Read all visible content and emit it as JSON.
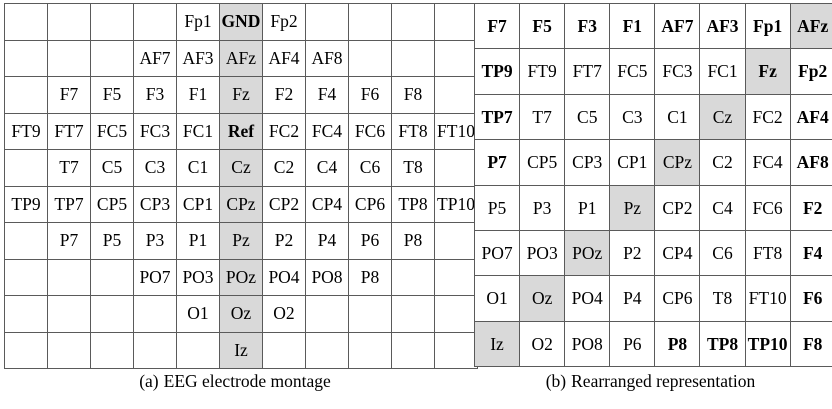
{
  "figure": {
    "panels": [
      {
        "id": "a",
        "tag": "(a)",
        "caption": "EEG electrode montage",
        "rows": 10,
        "cols": 11
      },
      {
        "id": "b",
        "tag": "(b)",
        "caption": "Rearranged representation",
        "rows": 8,
        "cols": 8
      }
    ],
    "colors": {
      "shaded_cell": "#d9d9d9",
      "cell_background": "#ffffff",
      "grid_line": "#5a5a5a",
      "outer_border": "#1a1a1a",
      "text": "#000000"
    }
  },
  "table_a": {
    "name": "EEG electrode montage",
    "grid": [
      [
        {
          "t": "",
          "s": false,
          "b": false
        },
        {
          "t": "",
          "s": false,
          "b": false
        },
        {
          "t": "",
          "s": false,
          "b": false
        },
        {
          "t": "",
          "s": false,
          "b": false
        },
        {
          "t": "Fp1",
          "s": false,
          "b": false
        },
        {
          "t": "GND",
          "s": true,
          "b": true
        },
        {
          "t": "Fp2",
          "s": false,
          "b": false
        },
        {
          "t": "",
          "s": false,
          "b": false
        },
        {
          "t": "",
          "s": false,
          "b": false
        },
        {
          "t": "",
          "s": false,
          "b": false
        },
        {
          "t": "",
          "s": false,
          "b": false
        }
      ],
      [
        {
          "t": "",
          "s": false,
          "b": false
        },
        {
          "t": "",
          "s": false,
          "b": false
        },
        {
          "t": "",
          "s": false,
          "b": false
        },
        {
          "t": "AF7",
          "s": false,
          "b": false
        },
        {
          "t": "AF3",
          "s": false,
          "b": false
        },
        {
          "t": "AFz",
          "s": true,
          "b": false
        },
        {
          "t": "AF4",
          "s": false,
          "b": false
        },
        {
          "t": "AF8",
          "s": false,
          "b": false
        },
        {
          "t": "",
          "s": false,
          "b": false
        },
        {
          "t": "",
          "s": false,
          "b": false
        },
        {
          "t": "",
          "s": false,
          "b": false
        }
      ],
      [
        {
          "t": "",
          "s": false,
          "b": false
        },
        {
          "t": "F7",
          "s": false,
          "b": false
        },
        {
          "t": "F5",
          "s": false,
          "b": false
        },
        {
          "t": "F3",
          "s": false,
          "b": false
        },
        {
          "t": "F1",
          "s": false,
          "b": false
        },
        {
          "t": "Fz",
          "s": true,
          "b": false
        },
        {
          "t": "F2",
          "s": false,
          "b": false
        },
        {
          "t": "F4",
          "s": false,
          "b": false
        },
        {
          "t": "F6",
          "s": false,
          "b": false
        },
        {
          "t": "F8",
          "s": false,
          "b": false
        },
        {
          "t": "",
          "s": false,
          "b": false
        }
      ],
      [
        {
          "t": "FT9",
          "s": false,
          "b": false
        },
        {
          "t": "FT7",
          "s": false,
          "b": false
        },
        {
          "t": "FC5",
          "s": false,
          "b": false
        },
        {
          "t": "FC3",
          "s": false,
          "b": false
        },
        {
          "t": "FC1",
          "s": false,
          "b": false
        },
        {
          "t": "Ref",
          "s": true,
          "b": true
        },
        {
          "t": "FC2",
          "s": false,
          "b": false
        },
        {
          "t": "FC4",
          "s": false,
          "b": false
        },
        {
          "t": "FC6",
          "s": false,
          "b": false
        },
        {
          "t": "FT8",
          "s": false,
          "b": false
        },
        {
          "t": "FT10",
          "s": false,
          "b": false
        }
      ],
      [
        {
          "t": "",
          "s": false,
          "b": false
        },
        {
          "t": "T7",
          "s": false,
          "b": false
        },
        {
          "t": "C5",
          "s": false,
          "b": false
        },
        {
          "t": "C3",
          "s": false,
          "b": false
        },
        {
          "t": "C1",
          "s": false,
          "b": false
        },
        {
          "t": "Cz",
          "s": true,
          "b": false
        },
        {
          "t": "C2",
          "s": false,
          "b": false
        },
        {
          "t": "C4",
          "s": false,
          "b": false
        },
        {
          "t": "C6",
          "s": false,
          "b": false
        },
        {
          "t": "T8",
          "s": false,
          "b": false
        },
        {
          "t": "",
          "s": false,
          "b": false
        }
      ],
      [
        {
          "t": "TP9",
          "s": false,
          "b": false
        },
        {
          "t": "TP7",
          "s": false,
          "b": false
        },
        {
          "t": "CP5",
          "s": false,
          "b": false
        },
        {
          "t": "CP3",
          "s": false,
          "b": false
        },
        {
          "t": "CP1",
          "s": false,
          "b": false
        },
        {
          "t": "CPz",
          "s": true,
          "b": false
        },
        {
          "t": "CP2",
          "s": false,
          "b": false
        },
        {
          "t": "CP4",
          "s": false,
          "b": false
        },
        {
          "t": "CP6",
          "s": false,
          "b": false
        },
        {
          "t": "TP8",
          "s": false,
          "b": false
        },
        {
          "t": "TP10",
          "s": false,
          "b": false
        }
      ],
      [
        {
          "t": "",
          "s": false,
          "b": false
        },
        {
          "t": "P7",
          "s": false,
          "b": false
        },
        {
          "t": "P5",
          "s": false,
          "b": false
        },
        {
          "t": "P3",
          "s": false,
          "b": false
        },
        {
          "t": "P1",
          "s": false,
          "b": false
        },
        {
          "t": "Pz",
          "s": true,
          "b": false
        },
        {
          "t": "P2",
          "s": false,
          "b": false
        },
        {
          "t": "P4",
          "s": false,
          "b": false
        },
        {
          "t": "P6",
          "s": false,
          "b": false
        },
        {
          "t": "P8",
          "s": false,
          "b": false
        },
        {
          "t": "",
          "s": false,
          "b": false
        }
      ],
      [
        {
          "t": "",
          "s": false,
          "b": false
        },
        {
          "t": "",
          "s": false,
          "b": false
        },
        {
          "t": "",
          "s": false,
          "b": false
        },
        {
          "t": "PO7",
          "s": false,
          "b": false
        },
        {
          "t": "PO3",
          "s": false,
          "b": false
        },
        {
          "t": "POz",
          "s": true,
          "b": false
        },
        {
          "t": "PO4",
          "s": false,
          "b": false
        },
        {
          "t": "PO8",
          "s": false,
          "b": false
        },
        {
          "t": "P8",
          "s": false,
          "b": false
        },
        {
          "t": "",
          "s": false,
          "b": false
        },
        {
          "t": "",
          "s": false,
          "b": false
        }
      ],
      [
        {
          "t": "",
          "s": false,
          "b": false
        },
        {
          "t": "",
          "s": false,
          "b": false
        },
        {
          "t": "",
          "s": false,
          "b": false
        },
        {
          "t": "",
          "s": false,
          "b": false
        },
        {
          "t": "O1",
          "s": false,
          "b": false
        },
        {
          "t": "Oz",
          "s": true,
          "b": false
        },
        {
          "t": "O2",
          "s": false,
          "b": false
        },
        {
          "t": "",
          "s": false,
          "b": false
        },
        {
          "t": "",
          "s": false,
          "b": false
        },
        {
          "t": "",
          "s": false,
          "b": false
        },
        {
          "t": "",
          "s": false,
          "b": false
        }
      ],
      [
        {
          "t": "",
          "s": false,
          "b": false
        },
        {
          "t": "",
          "s": false,
          "b": false
        },
        {
          "t": "",
          "s": false,
          "b": false
        },
        {
          "t": "",
          "s": false,
          "b": false
        },
        {
          "t": "",
          "s": false,
          "b": false
        },
        {
          "t": "Iz",
          "s": true,
          "b": false
        },
        {
          "t": "",
          "s": false,
          "b": false
        },
        {
          "t": "",
          "s": false,
          "b": false
        },
        {
          "t": "",
          "s": false,
          "b": false
        },
        {
          "t": "",
          "s": false,
          "b": false
        },
        {
          "t": "",
          "s": false,
          "b": false
        }
      ]
    ]
  },
  "table_b": {
    "name": "Rearranged representation",
    "grid": [
      [
        {
          "t": "F7",
          "s": false,
          "b": true
        },
        {
          "t": "F5",
          "s": false,
          "b": true
        },
        {
          "t": "F3",
          "s": false,
          "b": true
        },
        {
          "t": "F1",
          "s": false,
          "b": true
        },
        {
          "t": "AF7",
          "s": false,
          "b": true
        },
        {
          "t": "AF3",
          "s": false,
          "b": true
        },
        {
          "t": "Fp1",
          "s": false,
          "b": true
        },
        {
          "t": "AFz",
          "s": true,
          "b": true
        }
      ],
      [
        {
          "t": "TP9",
          "s": false,
          "b": true
        },
        {
          "t": "FT9",
          "s": false,
          "b": false
        },
        {
          "t": "FT7",
          "s": false,
          "b": false
        },
        {
          "t": "FC5",
          "s": false,
          "b": false
        },
        {
          "t": "FC3",
          "s": false,
          "b": false
        },
        {
          "t": "FC1",
          "s": false,
          "b": false
        },
        {
          "t": "Fz",
          "s": true,
          "b": true
        },
        {
          "t": "Fp2",
          "s": false,
          "b": true
        }
      ],
      [
        {
          "t": "TP7",
          "s": false,
          "b": true
        },
        {
          "t": "T7",
          "s": false,
          "b": false
        },
        {
          "t": "C5",
          "s": false,
          "b": false
        },
        {
          "t": "C3",
          "s": false,
          "b": false
        },
        {
          "t": "C1",
          "s": false,
          "b": false
        },
        {
          "t": "Cz",
          "s": true,
          "b": false
        },
        {
          "t": "FC2",
          "s": false,
          "b": false
        },
        {
          "t": "AF4",
          "s": false,
          "b": true
        }
      ],
      [
        {
          "t": "P7",
          "s": false,
          "b": true
        },
        {
          "t": "CP5",
          "s": false,
          "b": false
        },
        {
          "t": "CP3",
          "s": false,
          "b": false
        },
        {
          "t": "CP1",
          "s": false,
          "b": false
        },
        {
          "t": "CPz",
          "s": true,
          "b": false
        },
        {
          "t": "C2",
          "s": false,
          "b": false
        },
        {
          "t": "FC4",
          "s": false,
          "b": false
        },
        {
          "t": "AF8",
          "s": false,
          "b": true
        }
      ],
      [
        {
          "t": "P5",
          "s": false,
          "b": false
        },
        {
          "t": "P3",
          "s": false,
          "b": false
        },
        {
          "t": "P1",
          "s": false,
          "b": false
        },
        {
          "t": "Pz",
          "s": true,
          "b": false
        },
        {
          "t": "CP2",
          "s": false,
          "b": false
        },
        {
          "t": "C4",
          "s": false,
          "b": false
        },
        {
          "t": "FC6",
          "s": false,
          "b": false
        },
        {
          "t": "F2",
          "s": false,
          "b": true
        }
      ],
      [
        {
          "t": "PO7",
          "s": false,
          "b": false
        },
        {
          "t": "PO3",
          "s": false,
          "b": false
        },
        {
          "t": "POz",
          "s": true,
          "b": false
        },
        {
          "t": "P2",
          "s": false,
          "b": false
        },
        {
          "t": "CP4",
          "s": false,
          "b": false
        },
        {
          "t": "C6",
          "s": false,
          "b": false
        },
        {
          "t": "FT8",
          "s": false,
          "b": false
        },
        {
          "t": "F4",
          "s": false,
          "b": true
        }
      ],
      [
        {
          "t": "O1",
          "s": false,
          "b": false
        },
        {
          "t": "Oz",
          "s": true,
          "b": false
        },
        {
          "t": "PO4",
          "s": false,
          "b": false
        },
        {
          "t": "P4",
          "s": false,
          "b": false
        },
        {
          "t": "CP6",
          "s": false,
          "b": false
        },
        {
          "t": "T8",
          "s": false,
          "b": false
        },
        {
          "t": "FT10",
          "s": false,
          "b": false
        },
        {
          "t": "F6",
          "s": false,
          "b": true
        }
      ],
      [
        {
          "t": "Iz",
          "s": true,
          "b": false
        },
        {
          "t": "O2",
          "s": false,
          "b": false
        },
        {
          "t": "PO8",
          "s": false,
          "b": false
        },
        {
          "t": "P6",
          "s": false,
          "b": false
        },
        {
          "t": "P8",
          "s": false,
          "b": true
        },
        {
          "t": "TP8",
          "s": false,
          "b": true
        },
        {
          "t": "TP10",
          "s": false,
          "b": true
        },
        {
          "t": "F8",
          "s": false,
          "b": true
        }
      ]
    ]
  }
}
